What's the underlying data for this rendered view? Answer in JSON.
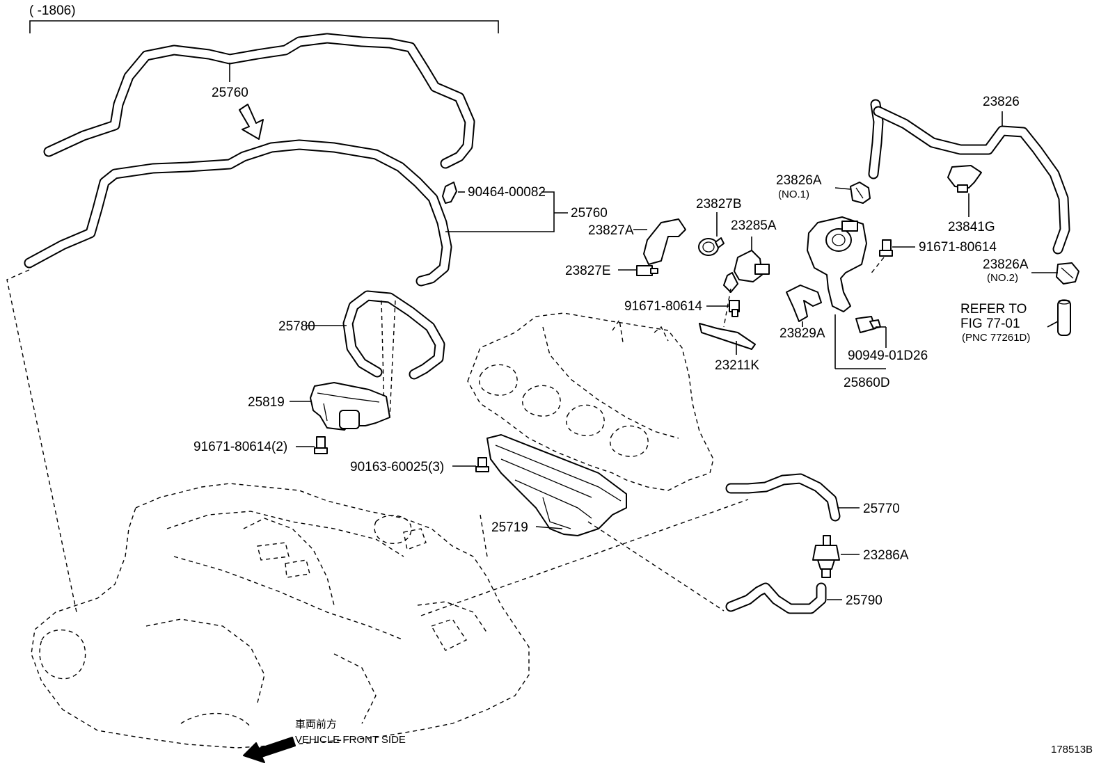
{
  "header": {
    "range": "(     -1806)"
  },
  "figure_id": "178513B",
  "front": {
    "jp": "車両前方",
    "en": "VEHICLE FRONT SIDE"
  },
  "refer": {
    "line1": "REFER TO",
    "line2": "FIG 77-01",
    "line3": "(PNC 77261D)"
  },
  "labels": {
    "p25760_top": "25760",
    "p25760_right": "25760",
    "p90464": "90464-00082",
    "p25780": "25780",
    "p25819": "25819",
    "p91671_2": "91671-80614(2)",
    "p90163": "90163-60025(3)",
    "p25719": "25719",
    "p23827A": "23827A",
    "p23827E": "23827E",
    "p23827B": "23827B",
    "p23285A": "23285A",
    "p91671_mid": "91671-80614",
    "p23211K": "23211K",
    "p23826A_1": "23826A",
    "no1": "(NO.1)",
    "p23829A": "23829A",
    "p91671_right": "91671-80614",
    "p23826": "23826",
    "p23841G": "23841G",
    "p23826A_2": "23826A",
    "no2": "(NO.2)",
    "p90949": "90949-01D26",
    "p25860D": "25860D",
    "p25770": "25770",
    "p23286A": "23286A",
    "p25790": "25790"
  }
}
